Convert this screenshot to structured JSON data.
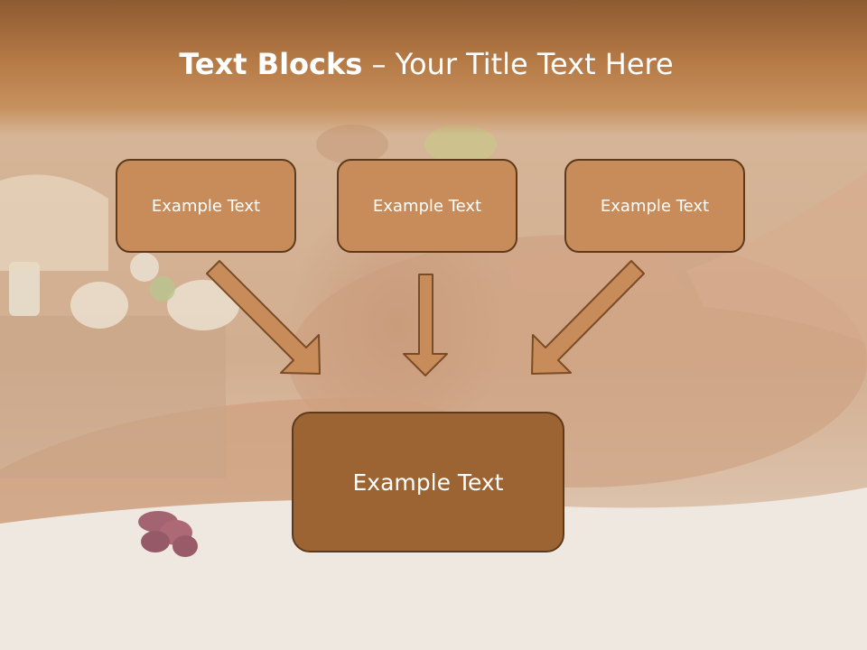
{
  "slide": {
    "title_bold": "Text Blocks",
    "title_dash": "–",
    "title_rest": "Your Title Text Here",
    "blocks": [
      {
        "text": "Example Text"
      },
      {
        "text": "Example Text"
      },
      {
        "text": "Example Text"
      }
    ],
    "main_block": {
      "text": "Example Text"
    }
  },
  "colors": {
    "header": "#a86f3d",
    "box_fill": "#c78c5a",
    "main_box_fill": "#9b6432",
    "box_border": "#5e3a1c",
    "arrow_fill": "#c78c5a"
  }
}
